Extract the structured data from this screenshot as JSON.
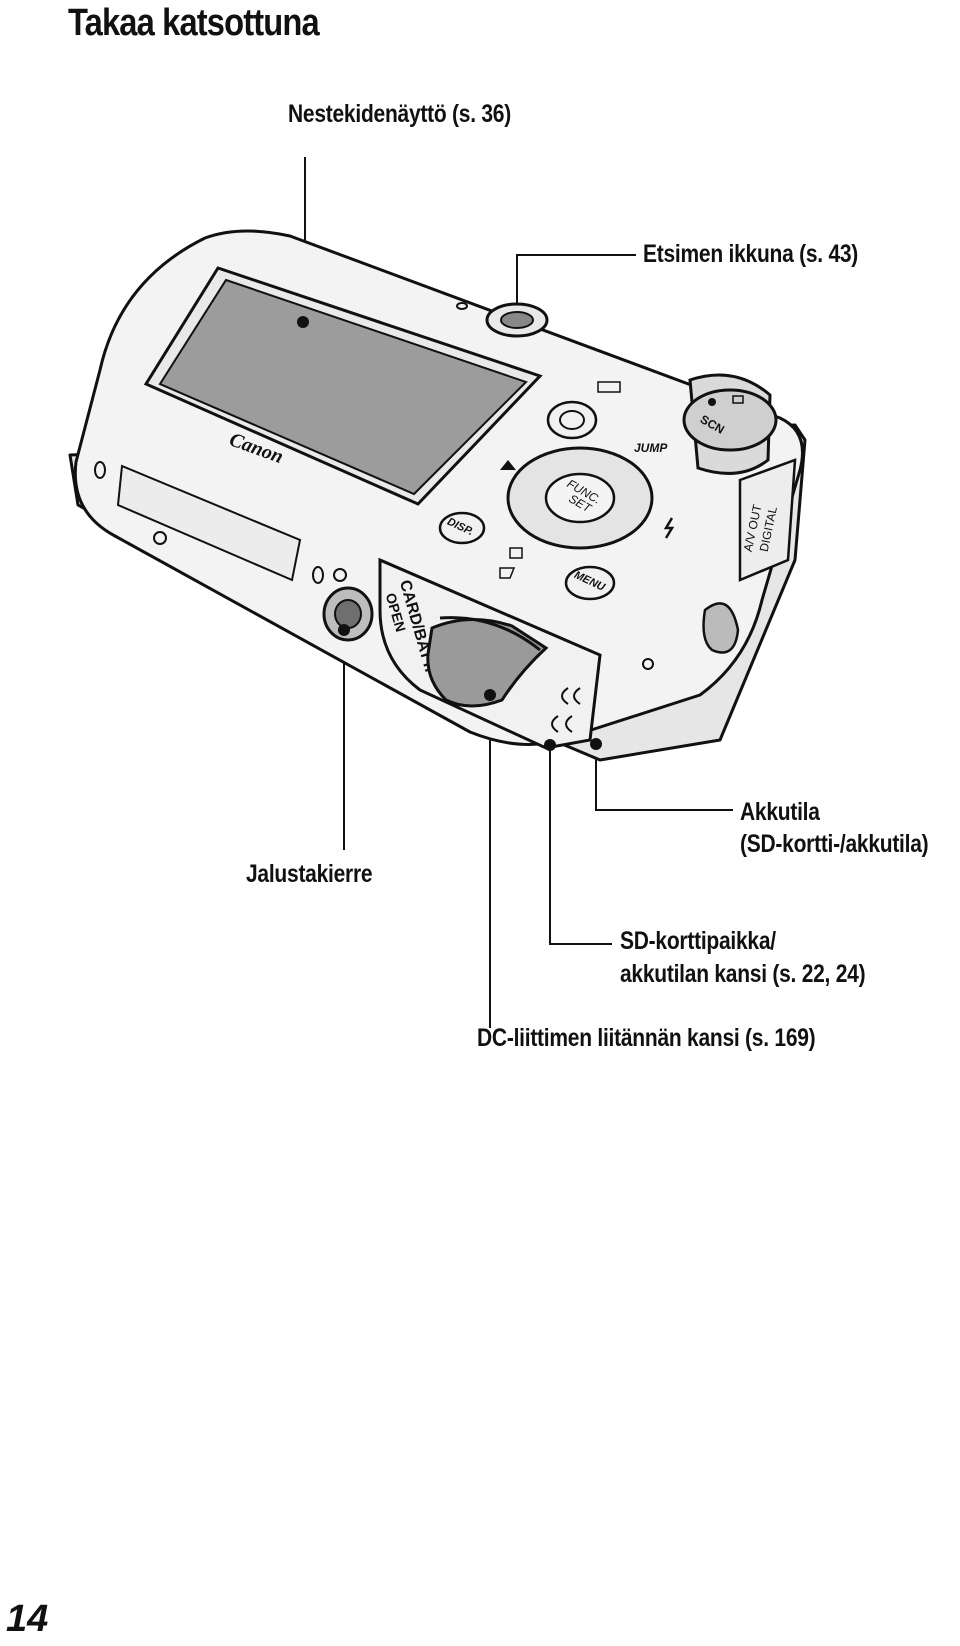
{
  "page": {
    "title": "Takaa katsottuna",
    "page_number": "14"
  },
  "labels": {
    "lcd": "Nestekidenäyttö (s. 36)",
    "viewfinder": "Etsimen ikkuna (s. 43)",
    "tripod": "Jalustakierre",
    "battery_line1": "Akkutila",
    "battery_line2": "(SD-kortti-/akkutila)",
    "slot_line1": "SD-korttipaikka/",
    "slot_line2": "akkutilan kansi (s. 22, 24)",
    "dc": "DC-liittimen liitännän kansi (s. 169)"
  },
  "camera": {
    "brand": "Canon",
    "func_set_line1": "FUNC.",
    "func_set_line2": "SET",
    "disp_button": "DISP.",
    "menu_button": "MENU",
    "jump_label": "JUMP",
    "card_batt_line1": "CARD/BATT.",
    "card_batt_line2": "OPEN",
    "av_out_line1": "A/V OUT",
    "av_out_line2": "DIGITAL",
    "mode_scn": "SCN"
  }
}
